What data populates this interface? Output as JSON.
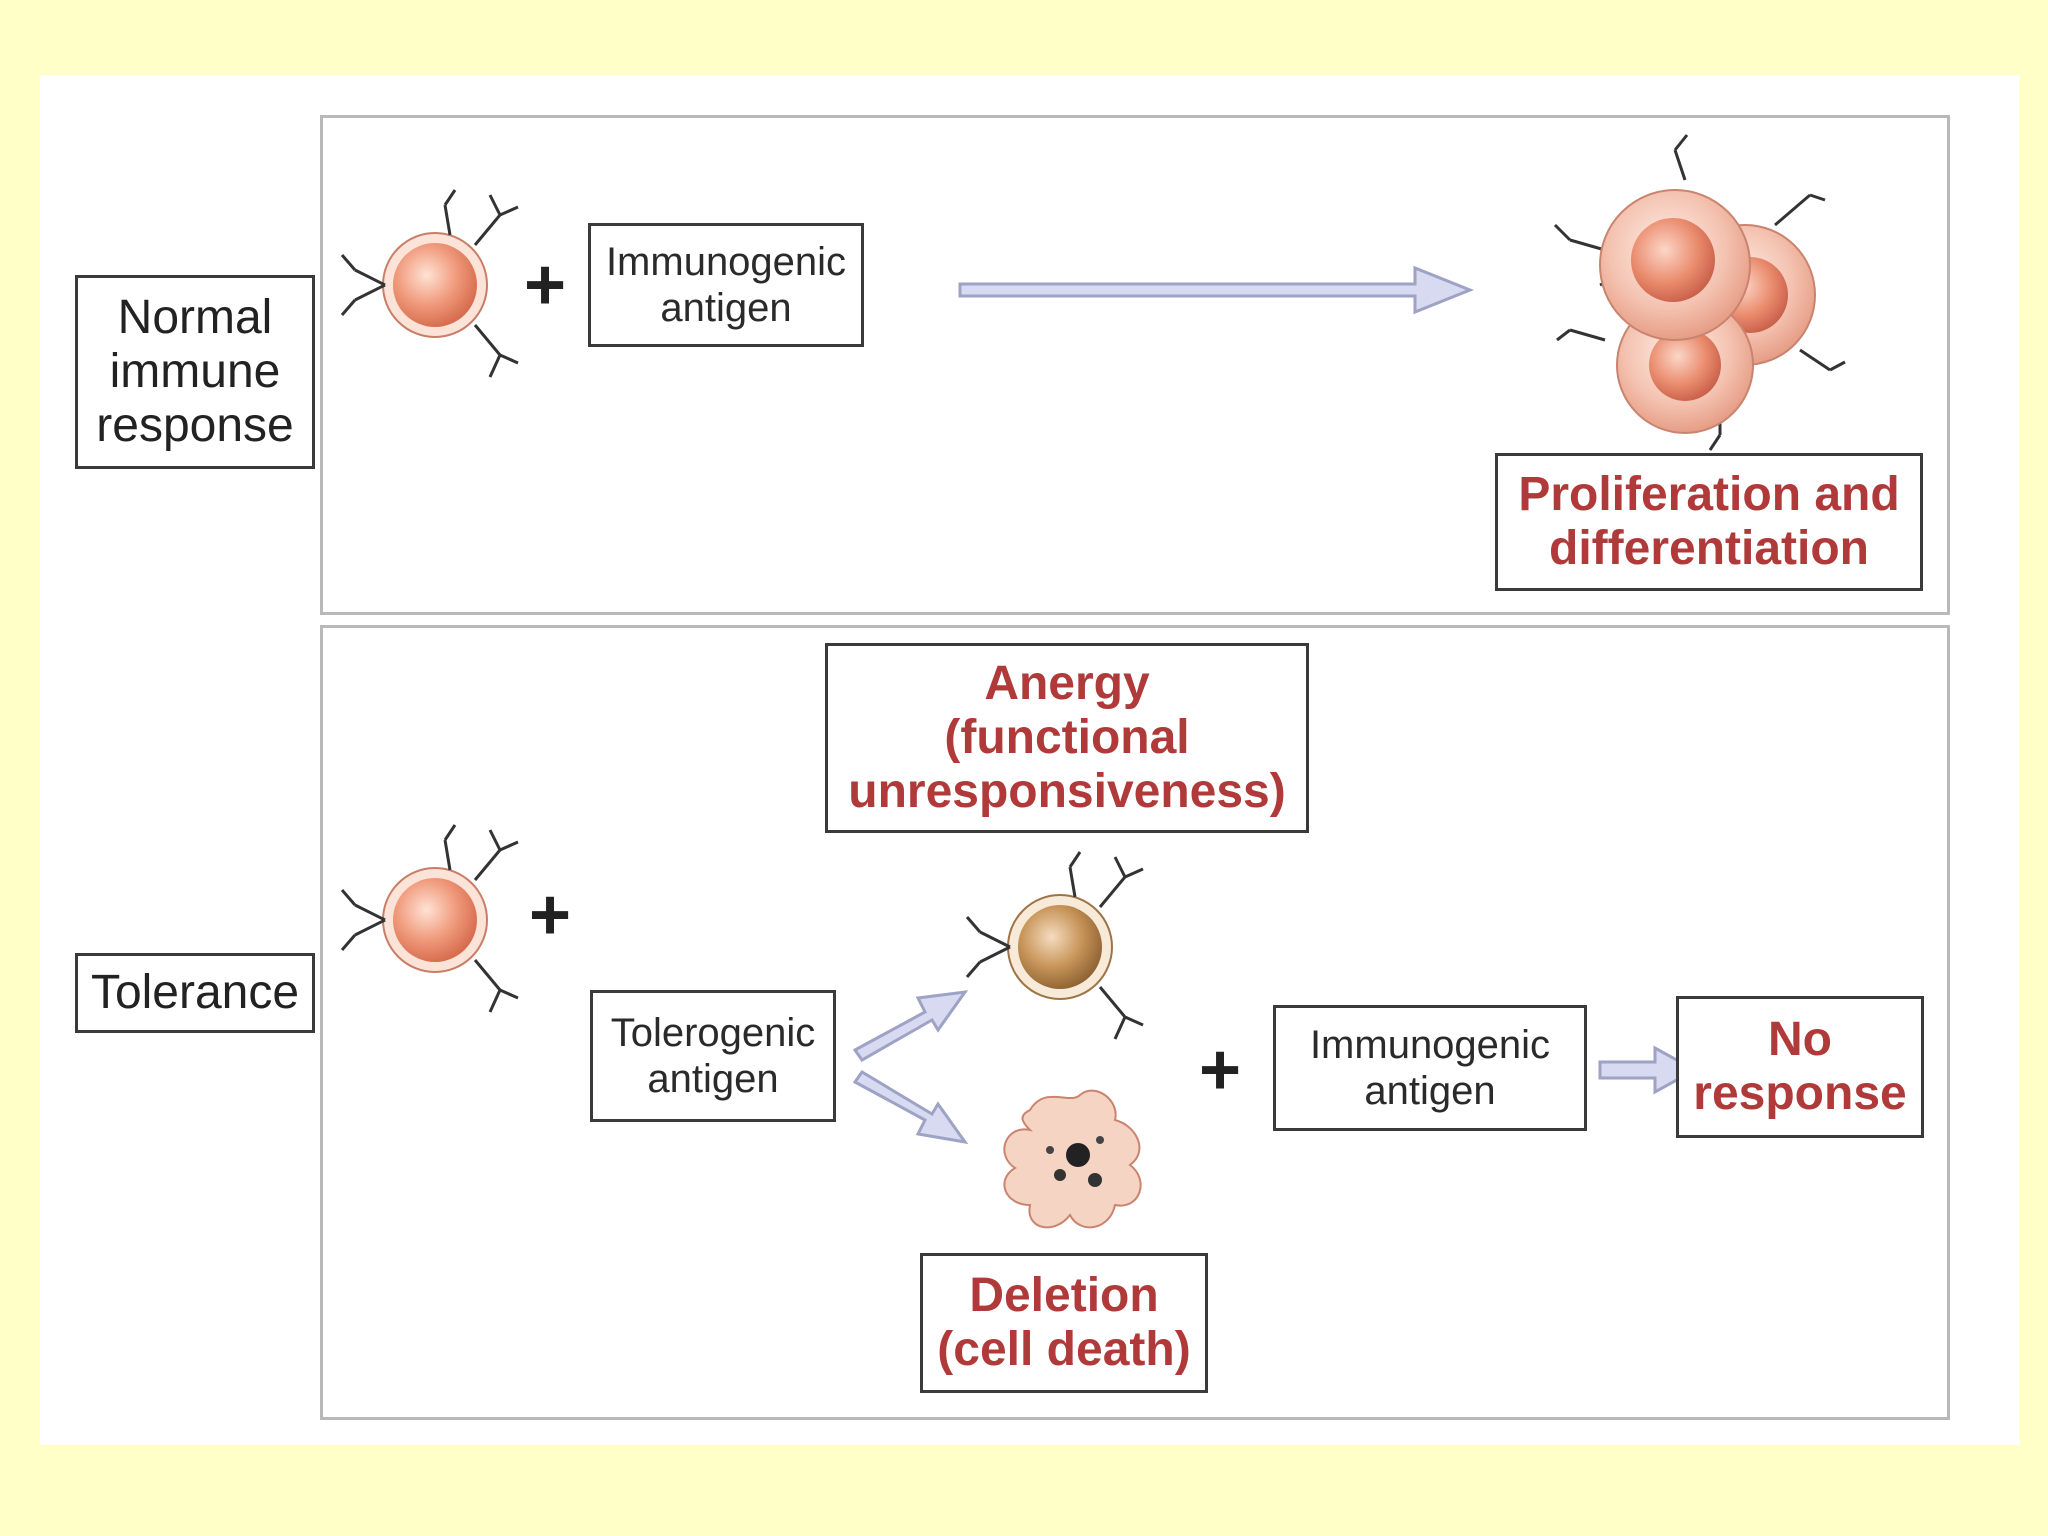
{
  "diagram": {
    "rows": [
      {
        "label_lines": [
          "Normal",
          "immune",
          "response"
        ],
        "antigen_lines": [
          "Immunogenic",
          "antigen"
        ],
        "outcome_lines": [
          "Proliferation and",
          "differentiation"
        ]
      },
      {
        "label_lines": [
          "Tolerance"
        ],
        "antigen_lines": [
          "Tolerogenic",
          "antigen"
        ],
        "anergy_lines": [
          "Anergy",
          "(functional",
          "unresponsiveness)"
        ],
        "deletion_lines": [
          "Deletion",
          "(cell death)"
        ],
        "second_antigen_lines": [
          "Immunogenic",
          "antigen"
        ],
        "final_outcome_lines": [
          "No",
          "response"
        ]
      }
    ],
    "plus_sign": "+",
    "colors": {
      "background": "#ffffc8",
      "outcome_text": "#b03a3a",
      "arrow": "#b8bcd8",
      "lymphocyte": "#f2a88a",
      "anergic_cell": "#c8955a",
      "apoptotic_cell": "#f3c7b4"
    }
  }
}
